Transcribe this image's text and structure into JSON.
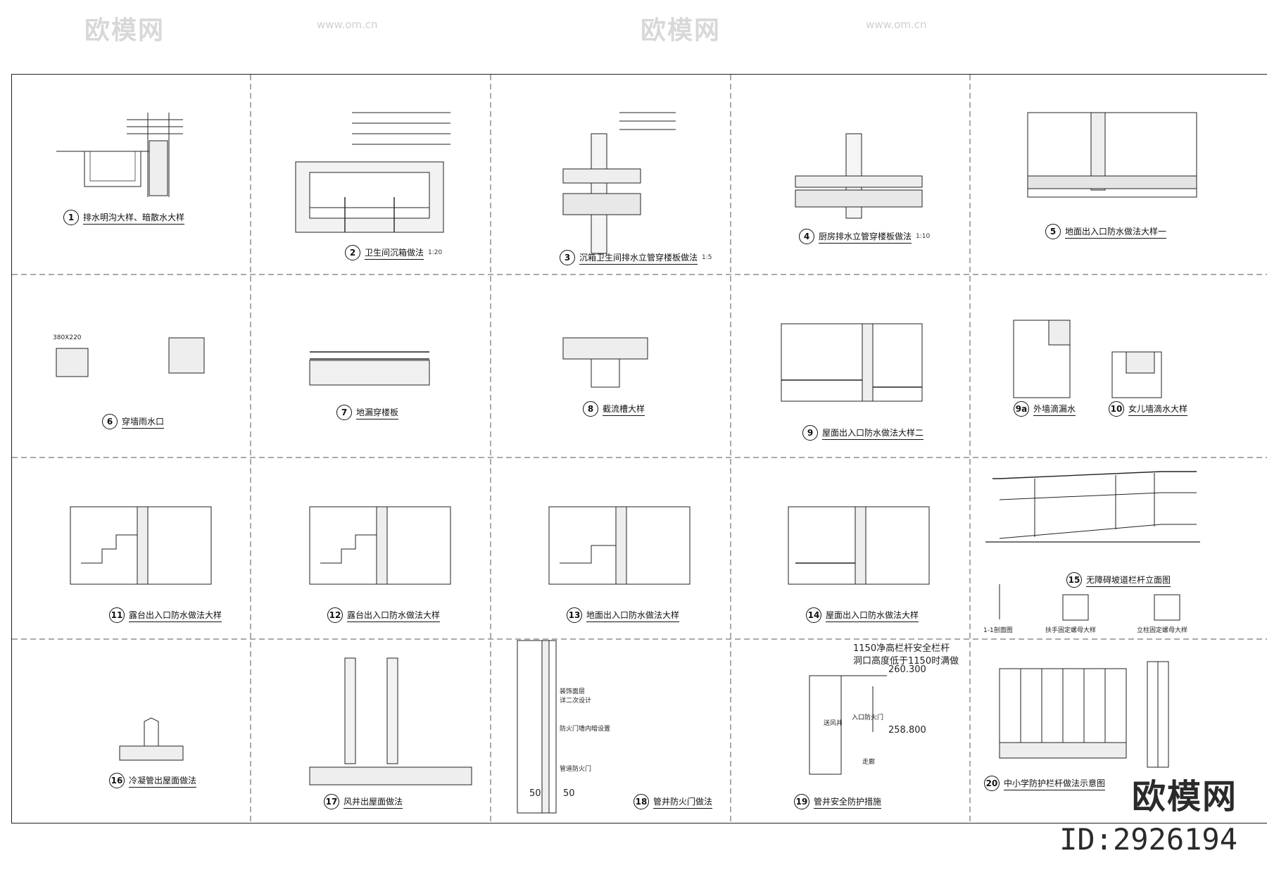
{
  "watermark": {
    "brand": "欧模网",
    "url": "www.om.cn",
    "id_label": "ID:2926194"
  },
  "details": [
    {
      "num": "1",
      "title": "排水明沟大样、暗散水大样",
      "scale": ""
    },
    {
      "num": "2",
      "title": "卫生间沉箱做法",
      "scale": "1:20"
    },
    {
      "num": "3",
      "title": "沉箱卫生间排水立管穿楼板做法",
      "scale": "1:5"
    },
    {
      "num": "4",
      "title": "厨房排水立管穿楼板做法",
      "scale": "1:10"
    },
    {
      "num": "5",
      "title": "地面出入口防水做法大样一",
      "scale": ""
    },
    {
      "num": "6",
      "title": "穿墙雨水口",
      "scale": ""
    },
    {
      "num": "7",
      "title": "地漏穿楼板",
      "scale": ""
    },
    {
      "num": "8",
      "title": "截流槽大样",
      "scale": ""
    },
    {
      "num": "9",
      "title": "屋面出入口防水做法大样二",
      "scale": ""
    },
    {
      "num": "9a",
      "title": "外墙滴漏水",
      "scale": ""
    },
    {
      "num": "10",
      "title": "女儿墙滴水大样",
      "scale": ""
    },
    {
      "num": "11",
      "title": "露台出入口防水做法大样",
      "scale": ""
    },
    {
      "num": "12",
      "title": "露台出入口防水做法大样",
      "scale": ""
    },
    {
      "num": "13",
      "title": "地面出入口防水做法大样",
      "scale": ""
    },
    {
      "num": "14",
      "title": "屋面出入口防水做法大样",
      "scale": ""
    },
    {
      "num": "15",
      "title": "无障碍坡道栏杆立面图",
      "scale": ""
    },
    {
      "num": "16",
      "title": "冷凝管出屋面做法",
      "scale": ""
    },
    {
      "num": "17",
      "title": "风井出屋面做法",
      "scale": ""
    },
    {
      "num": "18",
      "title": "管井防火门做法",
      "scale": ""
    },
    {
      "num": "19",
      "title": "管井安全防护措施",
      "scale": ""
    },
    {
      "num": "20",
      "title": "中小学防护栏杆做法示意图",
      "scale": ""
    }
  ],
  "sub_labels": {
    "section_1_1": "1-1剖面图",
    "handrail_detail": "扶手固定螺母大样",
    "post_detail": "立柱固定螺母大样",
    "fire_door_a": "装饰面层",
    "fire_door_b": "详二次设计",
    "fire_door_c": "防火门墙内暗设置",
    "fire_door_d": "管道防火门",
    "dim_50_left": "50",
    "dim_50_right": "50",
    "rail_note_1": "1150净高栏杆安全栏杆",
    "rail_note_2": "洞口高度低于1150时满做",
    "elev_1": "260.300",
    "elev_2": "258.800",
    "shaft": "送风井",
    "corridor": "走廊",
    "door_note": "入口防火门",
    "pit_size": "380X220"
  }
}
